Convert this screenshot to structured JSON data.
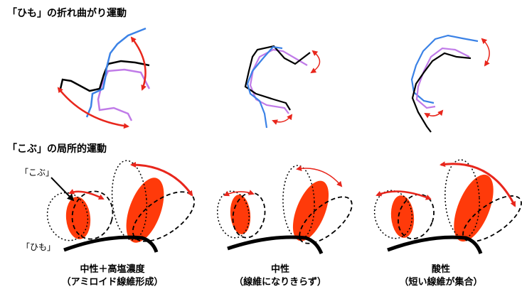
{
  "section1": {
    "title": "「ひも」の折れ曲がり運動"
  },
  "section2": {
    "title": "「こぶ」の局所的運動"
  },
  "labels": {
    "kobu": "「こぶ」",
    "himo": "「ひも」"
  },
  "conditions": [
    {
      "line1": "中性＋高塩濃度",
      "line2": "（アミロイド線維形成）"
    },
    {
      "line1": "中性",
      "line2": "（線維になりきらず）"
    },
    {
      "line1": "酸性",
      "line2": "（短い線維が集合）"
    }
  ],
  "colors": {
    "black_strand": "#000000",
    "blue_strand": "#3b82e6",
    "purple_strand": "#c07be8",
    "arrow_red": "#e8261c",
    "kobu_fill": "#ff3a0a"
  }
}
